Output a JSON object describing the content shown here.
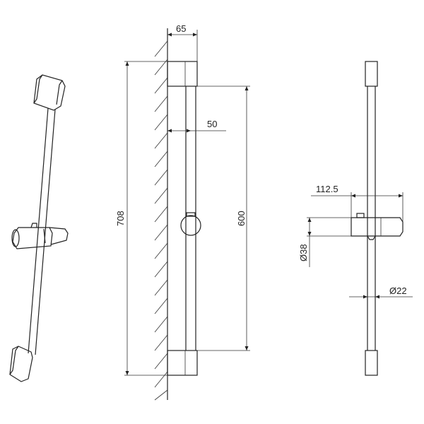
{
  "dimensions": {
    "width_65": "65",
    "offset_50": "50",
    "height_708": "708",
    "length_600": "600",
    "width_112_5": "112.5",
    "dia_38": "Ø38",
    "dia_22": "Ø22"
  },
  "colors": {
    "line": "#222222",
    "background": "#ffffff"
  }
}
